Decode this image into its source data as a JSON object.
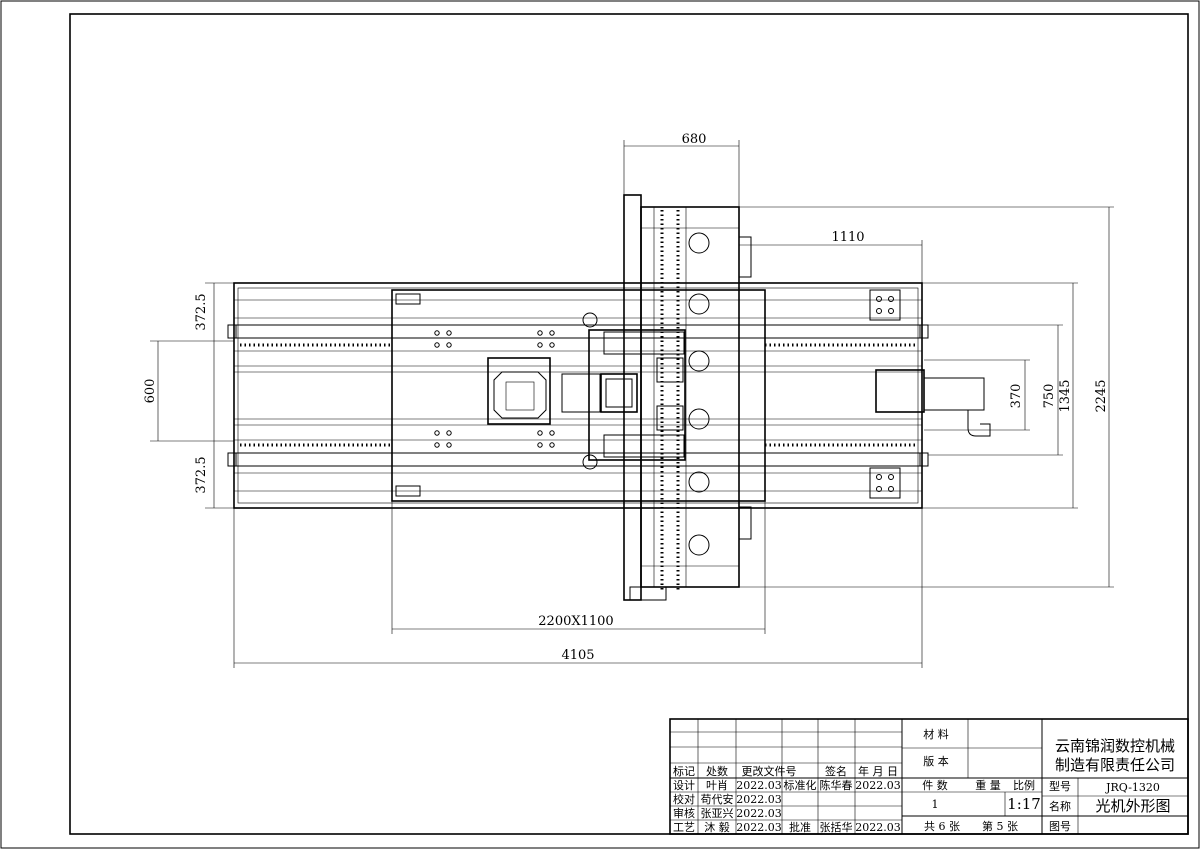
{
  "dimensions": {
    "d680": "680",
    "d1110": "1110",
    "d372a": "372.5",
    "d600": "600",
    "d372b": "372.5",
    "d370": "370",
    "d750": "750",
    "d1345": "1345",
    "d2245": "2245",
    "d2200": "2200X1100",
    "d4105": "4105"
  },
  "title_block": {
    "material_label": "材 料",
    "version_label": "版 本",
    "company_line1": "云南锦润数控机械",
    "company_line2": "制造有限责任公司",
    "header_mark": "标记",
    "header_count": "处数",
    "header_change": "更改文件号",
    "header_sign": "签名",
    "header_date": "年 月 日",
    "design_label": "设计",
    "design_name": "叶肖",
    "design_date": "2022.03",
    "std_label": "标准化",
    "std_name": "陈华春",
    "std_date": "2022.03",
    "check_label": "校对",
    "check_name": "苟代安",
    "check_date": "2022.03",
    "review_label": "审核",
    "review_name": "张亚兴",
    "review_date": "2022.03",
    "process_label": "工艺",
    "process_name": "沐 毅",
    "process_date": "2022.03",
    "approve_label": "批准",
    "approve_name": "张括华",
    "approve_date": "2022.03",
    "qty_label": "件 数",
    "qty_value": "1",
    "weight_label": "重 量",
    "scale_label": "比例",
    "scale_value": "1:17",
    "model_label": "型号",
    "model_value": "JRQ-1320",
    "name_label": "名称",
    "name_value": "光机外形图",
    "sheets_total": "共 6 张",
    "sheet_no": "第 5 张",
    "drawing_no_label": "图号"
  }
}
